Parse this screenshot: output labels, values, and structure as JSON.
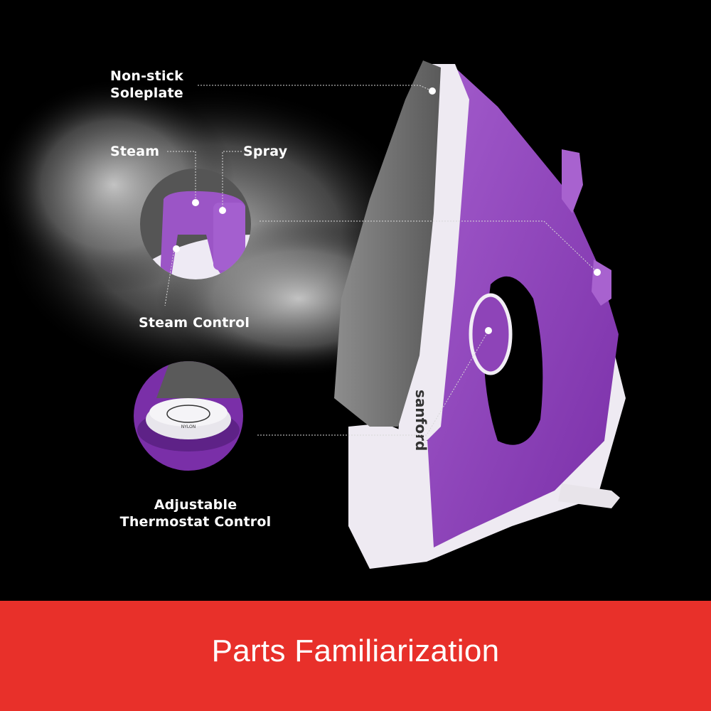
{
  "product": {
    "brand": "sanford",
    "type": "steam iron",
    "colors": {
      "background": "#000000",
      "body_purple": "#8e44b8",
      "body_white": "#eeeaf2",
      "soleplate_gray": "#7a7a7a",
      "banner_red": "#e8302a",
      "label_text": "#ffffff"
    }
  },
  "callouts": [
    {
      "id": "soleplate",
      "label_line1": "Non-stick",
      "label_line2": "Soleplate"
    },
    {
      "id": "steam",
      "label": "Steam"
    },
    {
      "id": "spray",
      "label": "Spray"
    },
    {
      "id": "steam_control",
      "label": "Steam Control"
    },
    {
      "id": "thermostat",
      "label_line1": "Adjustable",
      "label_line2": "Thermostat Control"
    }
  ],
  "dial": {
    "marking": "NYLON"
  },
  "banner": {
    "title": "Parts Familiarization"
  }
}
